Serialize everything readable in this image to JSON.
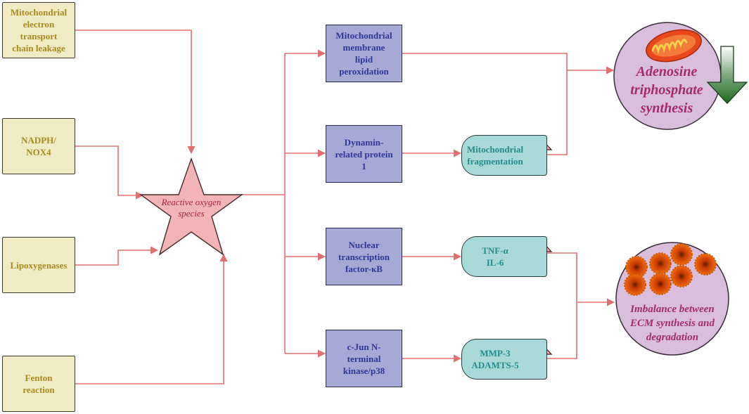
{
  "sources": [
    {
      "id": "mito-etc",
      "label": "Mitochondrial\nelectron\ntransport\nchain leakage"
    },
    {
      "id": "nadph",
      "label": "NADPH/\nNOX4"
    },
    {
      "id": "lipox",
      "label": "Lipoxygenases"
    },
    {
      "id": "fenton",
      "label": "Fenton\nreaction"
    }
  ],
  "center": {
    "label": "Reactive oxygen\nspecies"
  },
  "pathways": [
    {
      "id": "lipid",
      "label": "Mitochondrial\nmembrane\nlipid\nperoxidation"
    },
    {
      "id": "drp1",
      "label": "Dynamin-\nrelated protein\n1"
    },
    {
      "id": "nfkb",
      "label": "Nuclear\ntranscription\nfactor-κB"
    },
    {
      "id": "jnk",
      "label": "c-Jun N-\nterminal\nkinase/p38"
    }
  ],
  "effects": [
    {
      "id": "frag",
      "label": "Mitochondrial\nfragmentation"
    },
    {
      "id": "cytokines",
      "label": "TNF-α\nIL-6"
    },
    {
      "id": "mmp",
      "label": "MMP-3\nADAMTS-5"
    }
  ],
  "outcomes": [
    {
      "id": "atp",
      "label": "Adenosine\ntriphosphate\nsynthesis"
    },
    {
      "id": "ecm",
      "label": "Imbalance between\nECM synthesis and\ndegradation"
    }
  ],
  "colors": {
    "arrow": "#e07070",
    "source_fill": "#f0ebc4",
    "source_text": "#a68b1c",
    "pathway_fill": "#a6a8d6",
    "pathway_text": "#2c3896",
    "effect_fill": "#a8d8d8",
    "effect_text": "#248c8c",
    "outcome_fill": "#d8bedc",
    "outcome_text": "#a32a6e",
    "star_fill": "#f2b4b6"
  }
}
